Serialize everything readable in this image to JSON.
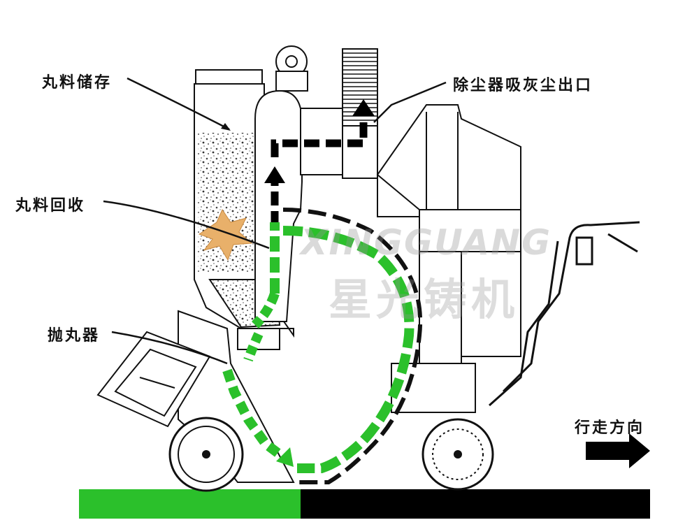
{
  "labels": {
    "storage": "丸料储存",
    "recovery": "丸料回收",
    "blaster": "抛丸器",
    "dust_outlet": "除尘器吸灰尘出口",
    "direction": "行走方向"
  },
  "watermark": {
    "english": "XINGGUANG",
    "chinese": "星光铸机"
  },
  "colors": {
    "flow_green": "#2bc02b",
    "air_black": "#000000",
    "ground_green": "#2bc02b",
    "ground_black": "#000000",
    "sand": "#e8b06a"
  }
}
